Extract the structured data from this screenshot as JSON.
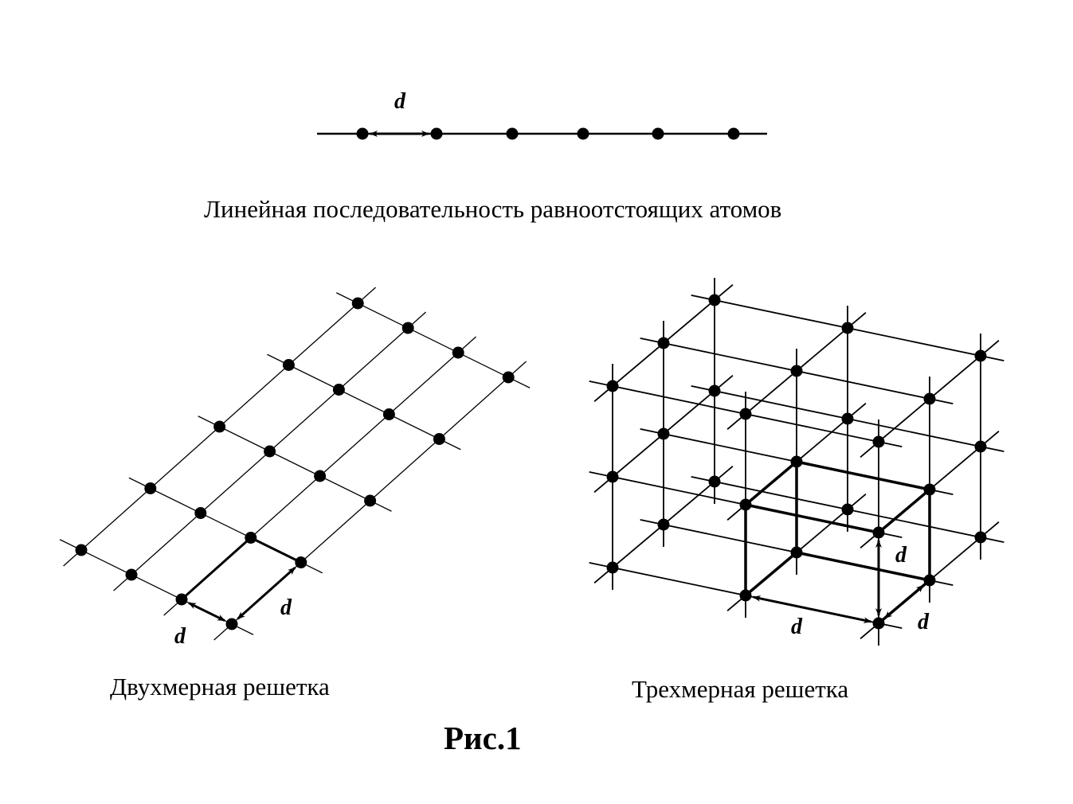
{
  "linear": {
    "caption": "Линейная последовательность равноотстоящих атомов",
    "spacing_label": "d",
    "atom_count": 6
  },
  "lattice_2d": {
    "caption": "Двухмерная решетка",
    "spacing_labels": [
      "d",
      "d"
    ],
    "rows": 4,
    "cols": 5
  },
  "lattice_3d": {
    "caption": "Трехмерная решетка",
    "spacing_labels": [
      "d",
      "d",
      "d"
    ],
    "size": 3
  },
  "figure_label": "Рис.1"
}
